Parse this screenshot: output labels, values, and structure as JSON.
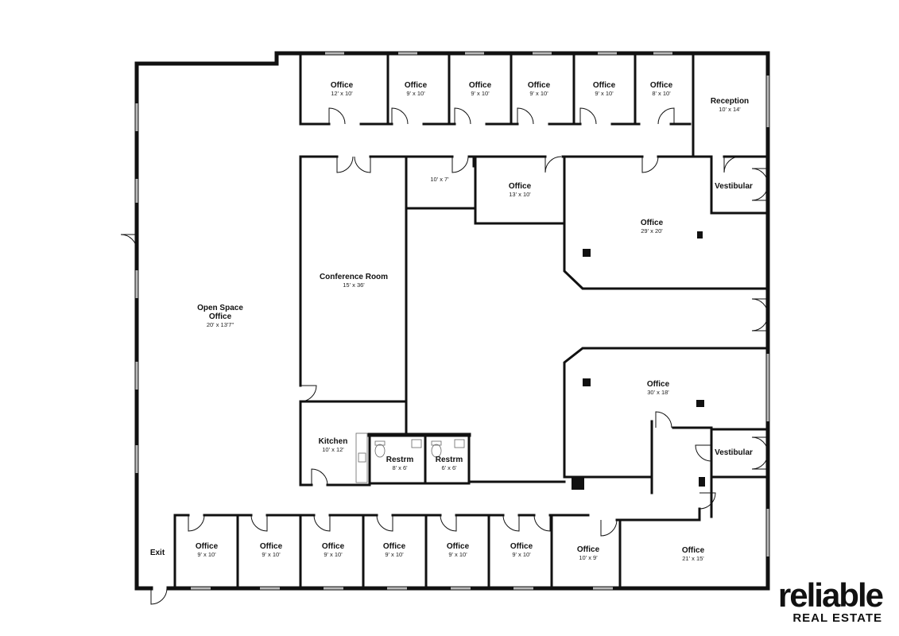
{
  "rooms": {
    "office_top_1": {
      "name": "Office",
      "dim": "12' x 10'"
    },
    "office_top_2": {
      "name": "Office",
      "dim": "9' x 10'"
    },
    "office_top_3": {
      "name": "Office",
      "dim": "9' x 10'"
    },
    "office_top_4": {
      "name": "Office",
      "dim": "9' x 10'"
    },
    "office_top_5": {
      "name": "Office",
      "dim": "9' x 10'"
    },
    "office_top_6": {
      "name": "Office",
      "dim": "8' x 10'"
    },
    "reception": {
      "name": "Reception",
      "dim": "10' x 14'"
    },
    "storage_room": {
      "dim": "10' x 7'"
    },
    "office_13x10": {
      "name": "Office",
      "dim": "13' x 10'"
    },
    "vestibular_top": {
      "name": "Vestibular"
    },
    "office_29x20": {
      "name": "Office",
      "dim": "29' x 20'"
    },
    "conference_room": {
      "name": "Conference Room",
      "dim": "15' x 36'"
    },
    "open_space": {
      "name1": "Open Space",
      "name2": "Office",
      "dim": "20' x 13'7\""
    },
    "office_30x18": {
      "name": "Office",
      "dim": "30' x 18'"
    },
    "kitchen": {
      "name": "Kitchen",
      "dim": "10' x 12'"
    },
    "restroom_1": {
      "name": "Restrm",
      "dim": "8' x 6'"
    },
    "restroom_2": {
      "name": "Restrm",
      "dim": "6' x 6'"
    },
    "vestibular_bottom": {
      "name": "Vestibular"
    },
    "exit": {
      "name": "Exit"
    },
    "office_bottom_1": {
      "name": "Office",
      "dim": "9' x 10'"
    },
    "office_bottom_2": {
      "name": "Office",
      "dim": "9' x 10'"
    },
    "office_bottom_3": {
      "name": "Office",
      "dim": "9' x 10'"
    },
    "office_bottom_4": {
      "name": "Office",
      "dim": "9' x 10'"
    },
    "office_bottom_5": {
      "name": "Office",
      "dim": "9' x 10'"
    },
    "office_bottom_6": {
      "name": "Office",
      "dim": "9' x 10'"
    },
    "office_bottom_7": {
      "name": "Office",
      "dim": "10' x 9'"
    },
    "office_bottom_8": {
      "name": "Office",
      "dim": "21' x 15'"
    }
  },
  "logo": {
    "main": "reliable",
    "sub": "REAL ESTATE"
  }
}
